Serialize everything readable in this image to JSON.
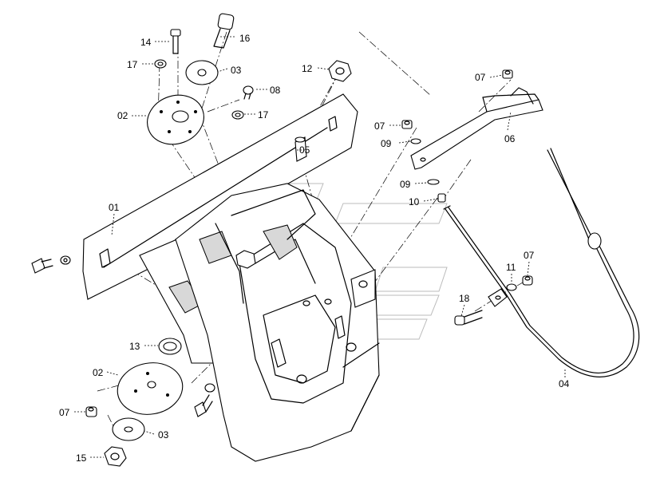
{
  "diagram": {
    "callouts": [
      {
        "id": "14",
        "text": "14"
      },
      {
        "id": "16",
        "text": "16"
      },
      {
        "id": "17a",
        "text": "17"
      },
      {
        "id": "03a",
        "text": "03"
      },
      {
        "id": "08",
        "text": "08"
      },
      {
        "id": "17b",
        "text": "17"
      },
      {
        "id": "02a",
        "text": "02"
      },
      {
        "id": "12",
        "text": "12"
      },
      {
        "id": "05",
        "text": "05"
      },
      {
        "id": "07a",
        "text": "07"
      },
      {
        "id": "07b",
        "text": "07"
      },
      {
        "id": "06",
        "text": "06"
      },
      {
        "id": "09a",
        "text": "09"
      },
      {
        "id": "09b",
        "text": "09"
      },
      {
        "id": "10",
        "text": "10"
      },
      {
        "id": "01",
        "text": "01"
      },
      {
        "id": "11",
        "text": "11"
      },
      {
        "id": "07c",
        "text": "07"
      },
      {
        "id": "18",
        "text": "18"
      },
      {
        "id": "13",
        "text": "13"
      },
      {
        "id": "02b",
        "text": "02"
      },
      {
        "id": "07d",
        "text": "07"
      },
      {
        "id": "03b",
        "text": "03"
      },
      {
        "id": "15",
        "text": "15"
      },
      {
        "id": "04",
        "text": "04"
      }
    ]
  }
}
